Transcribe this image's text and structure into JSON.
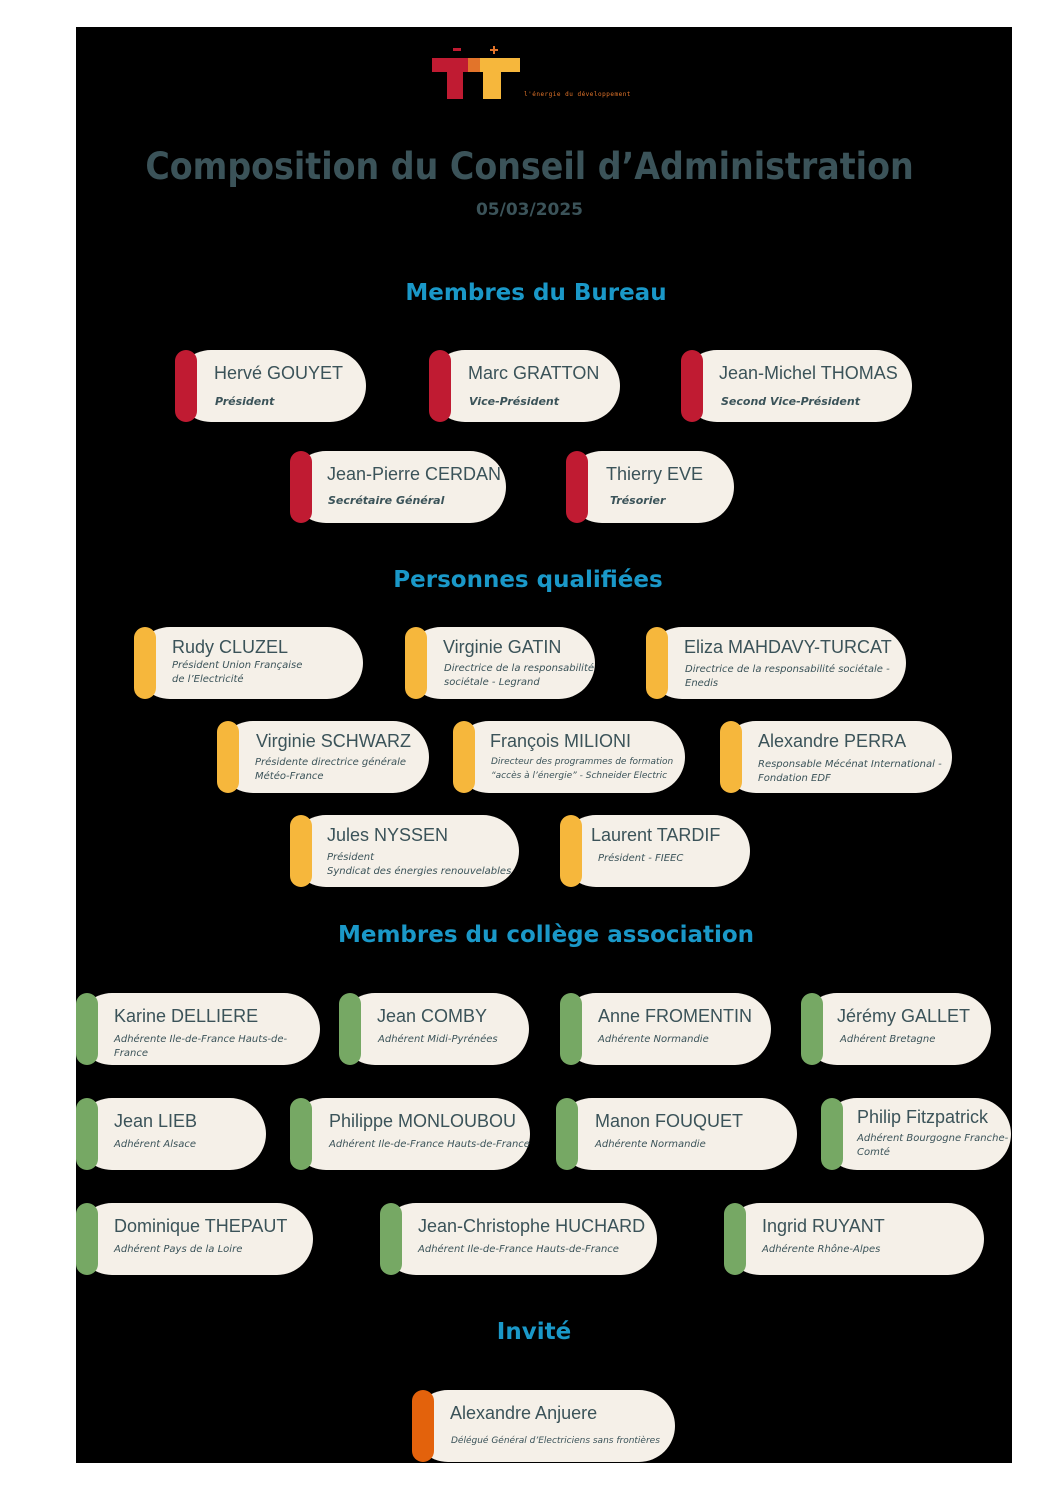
{
  "header": {
    "tagline": "l'énergie du développement",
    "title": "Composition du Conseil d’Administration",
    "date": "05/03/2025"
  },
  "sections": {
    "bureau": "Membres du Bureau",
    "qualifiees": "Personnes qualifiées",
    "association": "Membres du collège association",
    "invite": "Invité"
  },
  "bureau": [
    {
      "name": "Hervé GOUYET",
      "role": "Président"
    },
    {
      "name": "Marc GRATTON",
      "role": "Vice-Président"
    },
    {
      "name": "Jean-Michel THOMAS",
      "role": "Second Vice-Président"
    },
    {
      "name": "Jean-Pierre CERDAN",
      "role": "Secrétaire Général"
    },
    {
      "name": "Thierry EVE",
      "role": "Trésorier"
    }
  ],
  "qualifiees": [
    {
      "name": "Rudy CLUZEL",
      "role": "Président Union Française\nde l’Electricité"
    },
    {
      "name": "Virginie GATIN",
      "role": "Directrice de la responsabilité\nsociétale - Legrand"
    },
    {
      "name": "Eliza MAHDAVY-TURCAT",
      "role": "Directrice de la responsabilité sociétale -\nEnedis"
    },
    {
      "name": "Virginie SCHWARZ",
      "role": "Présidente directrice générale\nMétéo-France"
    },
    {
      "name": "François MILIONI",
      "role": "Directeur des programmes de formation\n“accès à l’énergie” - Schneider Electric"
    },
    {
      "name": "Alexandre PERRA",
      "role": "Responsable Mécénat International -\nFondation EDF"
    },
    {
      "name": "Jules NYSSEN",
      "role": "Président\nSyndicat des énergies renouvelables"
    },
    {
      "name": "Laurent TARDIF",
      "role": "Président - FIEEC"
    }
  ],
  "association": [
    {
      "name": "Karine DELLIERE",
      "role": "Adhérente  Ile-de-France  Hauts-de-France"
    },
    {
      "name": "Jean COMBY",
      "role": "Adhérent  Midi-Pyrénées"
    },
    {
      "name": "Anne FROMENTIN",
      "role": "Adhérente Normandie"
    },
    {
      "name": "Jérémy GALLET",
      "role": "Adhérent Bretagne"
    },
    {
      "name": "Jean LIEB",
      "role": "Adhérent Alsace"
    },
    {
      "name": "Philippe MONLOUBOU",
      "role": "Adhérent  Ile-de-France  Hauts-de-France"
    },
    {
      "name": "Manon FOUQUET",
      "role": "Adhérente Normandie"
    },
    {
      "name": "Philip Fitzpatrick",
      "role": "Adhérent Bourgogne Franche-\nComté"
    },
    {
      "name": "Dominique THEPAUT",
      "role": "Adhérent Pays de la Loire"
    },
    {
      "name": "Jean-Christophe HUCHARD",
      "role": "Adhérent  Ile-de-France  Hauts-de-France"
    },
    {
      "name": "Ingrid RUYANT",
      "role": "Adhérente  Rhône-Alpes"
    }
  ],
  "invite": [
    {
      "name": "Alexandre Anjuere",
      "role": "Délégué Général d’Electriciens sans frontières"
    }
  ],
  "colors": {
    "bureau": "#c01b32",
    "qualifiees": "#f6b73c",
    "association": "#76a864",
    "invite": "#e3620c",
    "card": "#f5f0e8",
    "heading": "#1a98c8",
    "title": "#3b5359"
  }
}
